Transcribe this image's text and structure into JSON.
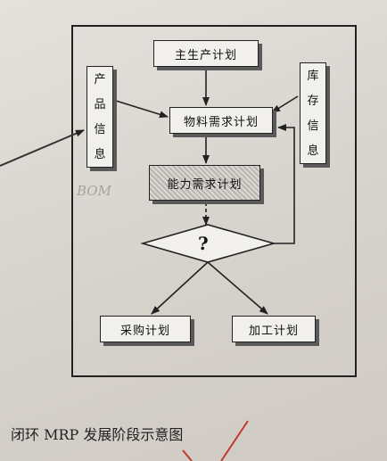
{
  "diagram": {
    "main_plan": "主生产计划",
    "material_requirements": "物料需求计划",
    "capacity_requirements": "能力需求计划",
    "decision": "?",
    "purchase_plan": "采购计划",
    "processing_plan": "加工计划",
    "product_info": [
      "产",
      "品",
      "信",
      "息"
    ],
    "inventory_info": [
      "库",
      "存",
      "信",
      "息"
    ]
  },
  "caption": "闭环 MRP 发展阶段示意图",
  "background_text": {
    "bom": "BOM"
  }
}
